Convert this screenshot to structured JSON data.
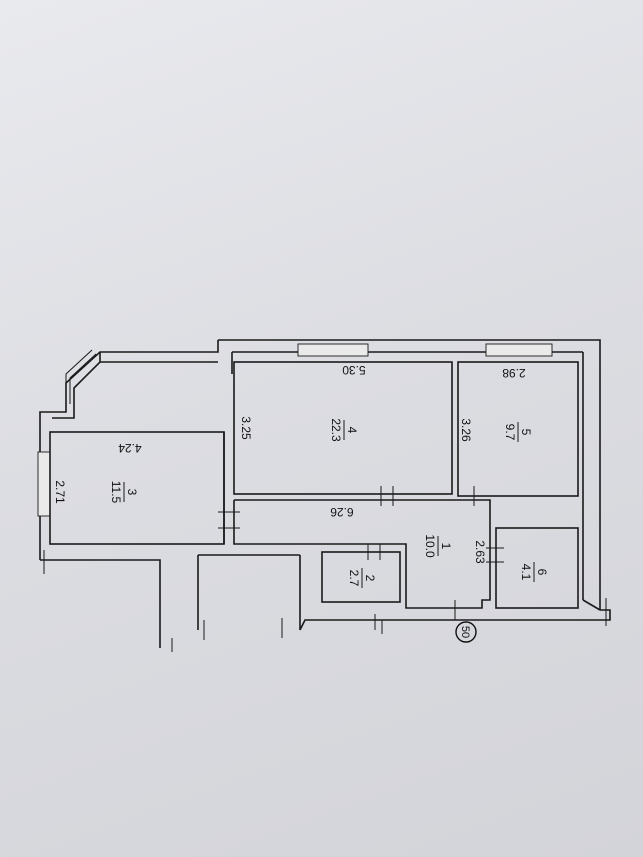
{
  "rooms": [
    {
      "number": "1",
      "area": "10.0"
    },
    {
      "number": "2",
      "area": "2.7"
    },
    {
      "number": "3",
      "area": "11.5"
    },
    {
      "number": "4",
      "area": "22.3"
    },
    {
      "number": "5",
      "area": "9.7"
    },
    {
      "number": "6",
      "area": "4.1"
    }
  ],
  "dimensions": {
    "room4_width": "5.30",
    "room4_depth": "3.25",
    "room5_width": "2.98",
    "room5_depth": "3.26",
    "room3_width": "4.24",
    "room3_depth": "2.71",
    "corridor_length": "6.26",
    "corridor_width": "2.63"
  },
  "marker": "50"
}
